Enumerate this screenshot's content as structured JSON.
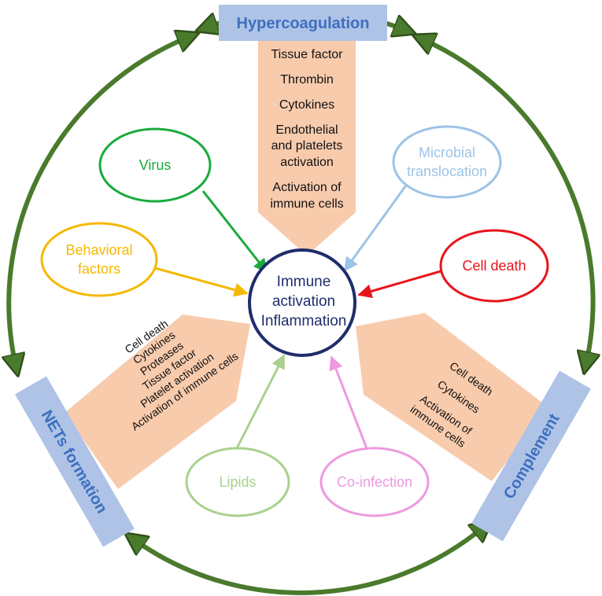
{
  "labels": {
    "hypercoagulation": "Hypercoagulation",
    "nets": "NETs formation",
    "complement": "Complement"
  },
  "center": [
    "Immune",
    "activation",
    "Inflammation"
  ],
  "hyper_items": [
    "Tissue factor",
    "Thrombin",
    "Cytokines",
    "Endothelial",
    "and platelets",
    "activation",
    "Activation of",
    "immune cells"
  ],
  "nets_items": [
    "Cell death",
    "Cytokines",
    "Proteases",
    "Tissue factor",
    "Platelet activation",
    "Activation of immune cells"
  ],
  "complement_items": [
    "Cell death",
    "Cytokines",
    "Activation of",
    "immune cells"
  ],
  "nodes": {
    "virus": {
      "lines": [
        "Virus"
      ],
      "color": "#1aaa3c"
    },
    "microbial": {
      "lines": [
        "Microbial",
        "translocation"
      ],
      "color": "#9dc3e6"
    },
    "behavioral": {
      "lines": [
        "Behavioral",
        "factors"
      ],
      "color": "#f5b800"
    },
    "celldeath": {
      "lines": [
        "Cell death"
      ],
      "color": "#e8141c"
    },
    "lipids": {
      "lines": [
        "Lipids"
      ],
      "color": "#a9d18e"
    },
    "coinfection": {
      "lines": [
        "Co-infection"
      ],
      "color": "#ee99e0"
    }
  },
  "colors": {
    "ring": "#4a7a2c",
    "arrowhead": "#4a7a2c",
    "box": "#aec3e6",
    "funnel": "#f8cbad",
    "center_border": "#1f2d6b"
  }
}
